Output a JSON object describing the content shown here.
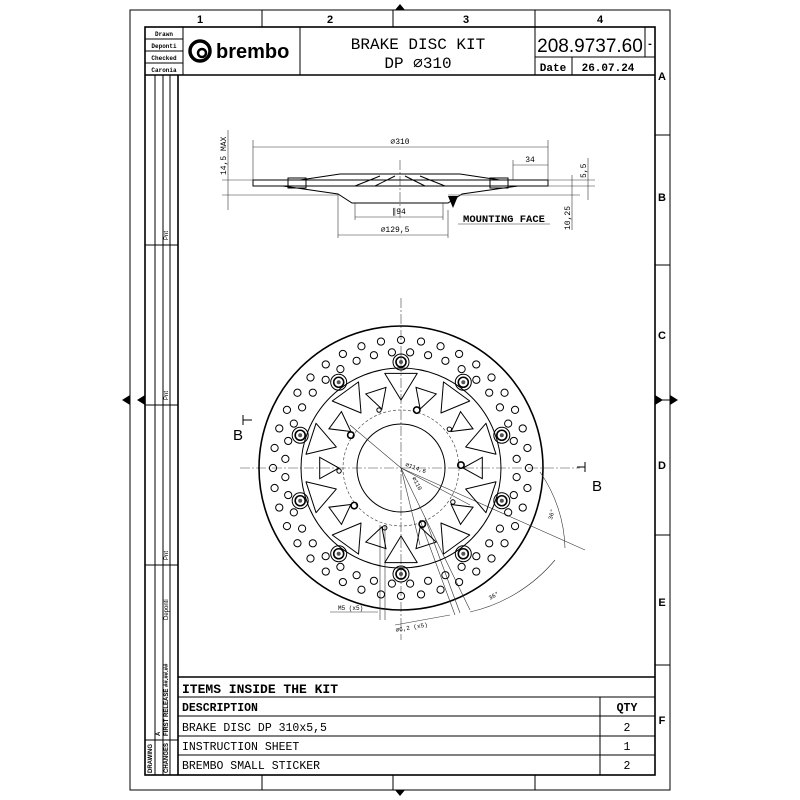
{
  "grid": {
    "columns": [
      "1",
      "2",
      "3",
      "4"
    ],
    "rows": [
      "A",
      "B",
      "C",
      "D",
      "E",
      "F"
    ]
  },
  "title_block": {
    "roles": [
      "Drawn",
      "Deponti",
      "Checked",
      "Caronia"
    ],
    "logo_text": "brembo",
    "title_line1": "BRAKE DISC KIT",
    "title_line2": "DP ∅310",
    "part_number": "208.9737.60",
    "revision": "-",
    "date_label": "Date",
    "date_value": "26.07.24"
  },
  "revision_strip": {
    "drawing_label": "DRAWING",
    "changes_label": "CHANGES",
    "first_release": "FIRST RELEASE ##.##.##",
    "rev_letter": "A",
    "pnt": "Pnt",
    "author": "Deponti"
  },
  "side_view": {
    "dia_310": "∅310",
    "dim_34": "34",
    "dim_5_5": "5,5",
    "dim_14_5_max": "14,5 MAX",
    "dim_10_25": "10,25",
    "dia_94": "∥94",
    "dia_129_5": "∅129,5",
    "mounting_face": "MOUNTING FACE"
  },
  "front_view": {
    "section_left": "B",
    "section_right": "B",
    "dia_114_6": "∅114,6",
    "dia_110": "∅110",
    "angle_1": "36°",
    "angle_2": "36°",
    "thread": "M5 (x5)",
    "hole": "∅6,2 (x5)"
  },
  "kit_table": {
    "heading": "ITEMS INSIDE THE KIT",
    "columns": [
      "DESCRIPTION",
      "QTY"
    ],
    "rows": [
      {
        "description": "BRAKE DISC DP 310x5,5",
        "qty": "2"
      },
      {
        "description": "INSTRUCTION SHEET",
        "qty": "1"
      },
      {
        "description": "BREMBO SMALL STICKER",
        "qty": "2"
      }
    ]
  },
  "colors": {
    "line": "#000000",
    "background": "#ffffff"
  }
}
